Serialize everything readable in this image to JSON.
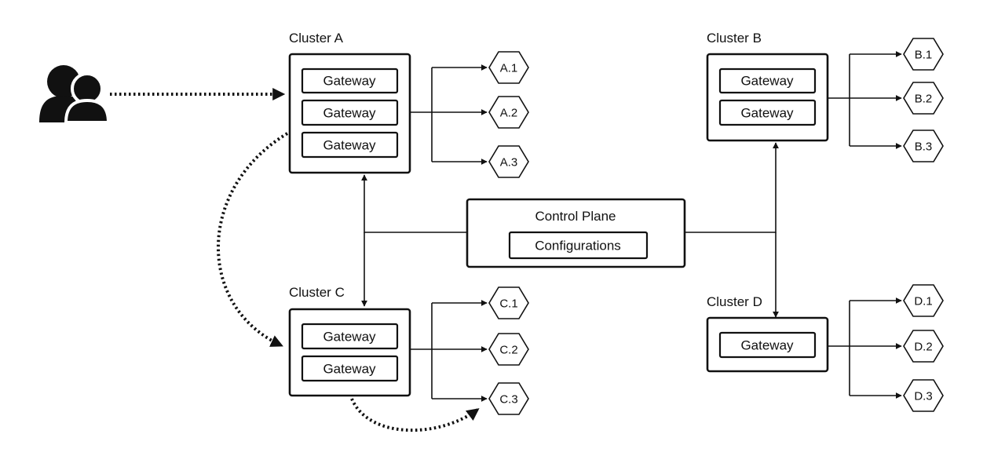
{
  "clusters": {
    "a": {
      "title": "Cluster A",
      "gateways": [
        "Gateway",
        "Gateway",
        "Gateway"
      ],
      "services": [
        "A.1",
        "A.2",
        "A.3"
      ]
    },
    "b": {
      "title": "Cluster B",
      "gateways": [
        "Gateway",
        "Gateway"
      ],
      "services": [
        "B.1",
        "B.2",
        "B.3"
      ]
    },
    "c": {
      "title": "Cluster C",
      "gateways": [
        "Gateway",
        "Gateway"
      ],
      "services": [
        "C.1",
        "C.2",
        "C.3"
      ]
    },
    "d": {
      "title": "Cluster D",
      "gateways": [
        "Gateway"
      ],
      "services": [
        "D.1",
        "D.2",
        "D.3"
      ]
    }
  },
  "control_plane": {
    "title": "Control Plane",
    "config_label": "Configurations"
  },
  "icons": {
    "users": "users-icon"
  }
}
